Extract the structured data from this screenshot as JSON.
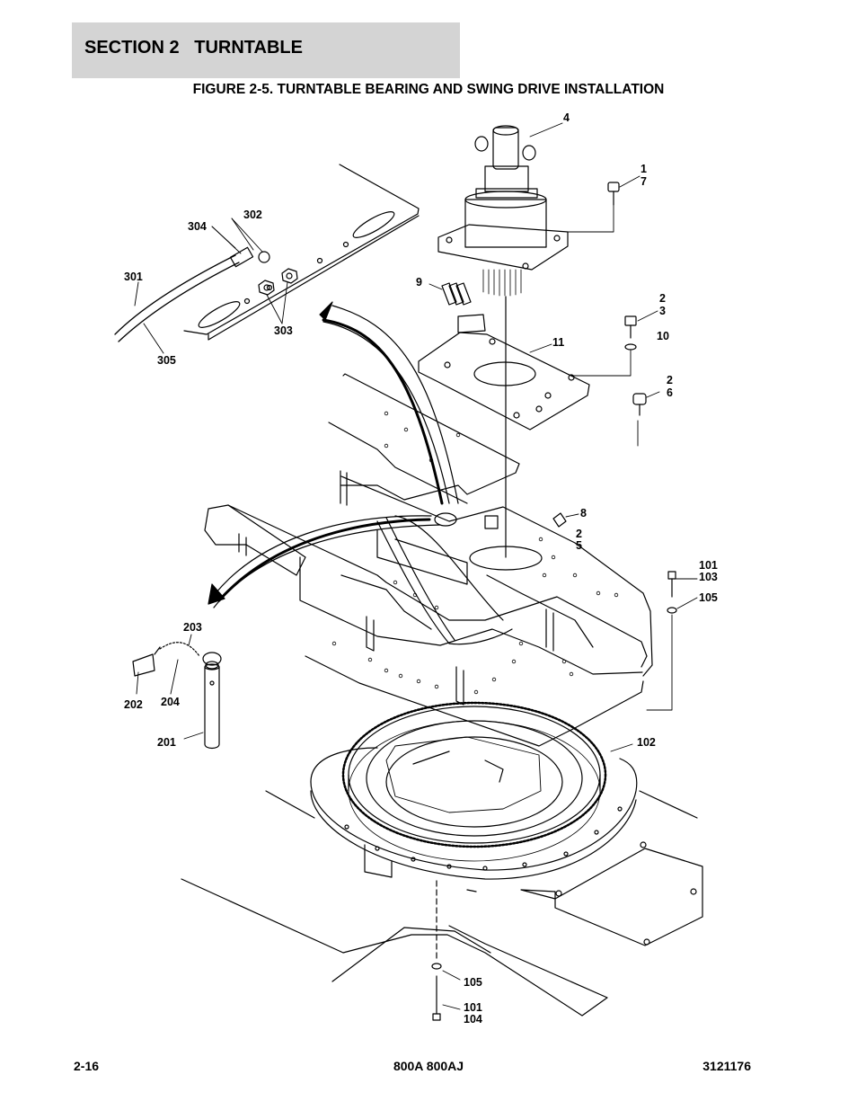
{
  "header": {
    "section_title": "SECTION 2   TURNTABLE"
  },
  "figure": {
    "title": "FIGURE 2-5. TURNTABLE BEARING AND SWING DRIVE INSTALLATION"
  },
  "callouts": [
    {
      "id": "c4",
      "text": "4"
    },
    {
      "id": "c1",
      "text": "1"
    },
    {
      "id": "c7",
      "text": "7"
    },
    {
      "id": "c302",
      "text": "302"
    },
    {
      "id": "c304",
      "text": "304"
    },
    {
      "id": "c301",
      "text": "301"
    },
    {
      "id": "c303",
      "text": "303"
    },
    {
      "id": "c305",
      "text": "305"
    },
    {
      "id": "c9",
      "text": "9"
    },
    {
      "id": "c2a",
      "text": "2"
    },
    {
      "id": "c3",
      "text": "3"
    },
    {
      "id": "c10",
      "text": "10"
    },
    {
      "id": "c11",
      "text": "11"
    },
    {
      "id": "c2b",
      "text": "2"
    },
    {
      "id": "c6",
      "text": "6"
    },
    {
      "id": "c8",
      "text": "8"
    },
    {
      "id": "c2c",
      "text": "2"
    },
    {
      "id": "c5",
      "text": "5"
    },
    {
      "id": "c101a",
      "text": "101"
    },
    {
      "id": "c103",
      "text": "103"
    },
    {
      "id": "c105a",
      "text": "105"
    },
    {
      "id": "c203",
      "text": "203"
    },
    {
      "id": "c202",
      "text": "202"
    },
    {
      "id": "c204",
      "text": "204"
    },
    {
      "id": "c201",
      "text": "201"
    },
    {
      "id": "c102",
      "text": "102"
    },
    {
      "id": "c105b",
      "text": "105"
    },
    {
      "id": "c101b",
      "text": "101"
    },
    {
      "id": "c104",
      "text": "104"
    }
  ],
  "footer": {
    "page_number": "2-16",
    "model": "800A 800AJ",
    "doc_number": "3121176"
  }
}
